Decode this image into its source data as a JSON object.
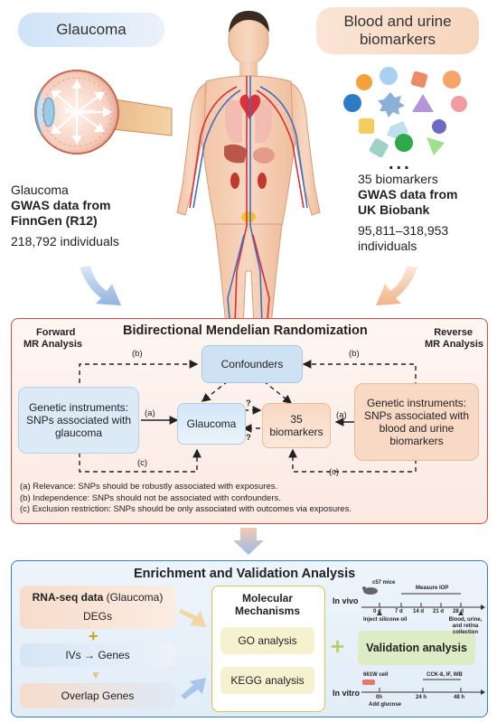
{
  "top": {
    "glaucoma_title": "Glaucoma",
    "biomarker_title": "Blood and urine biomarkers",
    "eye_label": "Pressure",
    "left_source": {
      "line1": "Glaucoma",
      "line2": "GWAS data from",
      "line3": "FinnGen (R12)",
      "line4": "218,792 individuals"
    },
    "dots": "...",
    "right_source": {
      "line1": "35 biomarkers",
      "line2": "GWAS data from",
      "line3": "UK Biobank",
      "line4": "95,811–318,953",
      "line5": "individuals"
    }
  },
  "mr": {
    "title": "Bidirectional Mendelian Randomization",
    "forward_line1": "Forward",
    "forward_line2": "MR Analysis",
    "reverse_line1": "Reverse",
    "reverse_line2": "MR Analysis",
    "confounders": "Confounders",
    "left_instr": "Genetic instruments: SNPs associated with glaucoma",
    "glaucoma": "Glaucoma",
    "biomarkers_line1": "35",
    "biomarkers_line2": "biomarkers",
    "right_instr": "Genetic instruments: SNPs associated with blood and urine biomarkers",
    "label_a": "(a)",
    "label_b": "(b)",
    "label_c": "(c)",
    "question": "?",
    "notes": [
      "(a)  Relevance: SNPs should be robustly associated with exposures.",
      "(b)  Independence: SNPs should not be associated with confounders.",
      "(c)  Exclusion restriction: SNPs should be only associated with outcomes via exposures."
    ]
  },
  "enrich": {
    "title": "Enrichment and Validation Analysis",
    "rnaseq_bold": "RNA-seq data",
    "rnaseq_rest": " (Glaucoma)",
    "degs": "DEGs",
    "ivs_genes": "IVs → Genes",
    "overlap": "Overlap Genes",
    "molecular_line1": "Molecular",
    "molecular_line2": "Mechanisms",
    "go": "GO analysis",
    "kegg": "KEGG analysis",
    "validation": "Validation analysis",
    "in_vivo": "In vivo",
    "in_vitro": "In vitro",
    "vivo_mice": "c57 mice",
    "vivo_measure": "Measure IOP",
    "vivo_days": [
      "0 d",
      "7 d",
      "14 d",
      "21 d",
      "28 d"
    ],
    "vivo_inject": "Inject silicone oil",
    "vivo_collect": "Blood, urine, and retina collection",
    "vitro_cell": "661W cell",
    "vitro_assays": "CCK-8, IF, WB",
    "vitro_times": [
      "0h",
      "24 h",
      "48 h"
    ],
    "vitro_glucose": "Add glucose"
  }
}
